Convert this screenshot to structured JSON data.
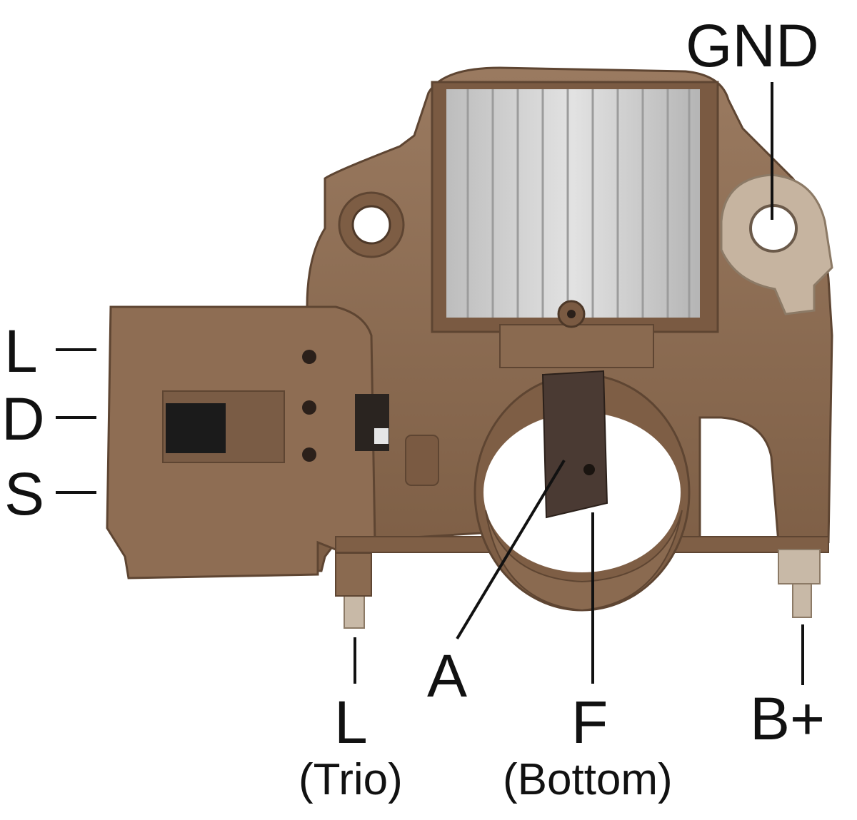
{
  "labels": {
    "gnd": "GND",
    "l_left": "L",
    "d_left": "D",
    "s_left": "S",
    "l_trio": "L",
    "trio": "(Trio)",
    "a": "A",
    "f": "F",
    "bottom": "(Bottom)",
    "b_plus": "B+"
  },
  "colors": {
    "housing": "#8b6a4f",
    "housing_dark": "#6e513b",
    "housing_light": "#a2826a",
    "heatsink": "#c9c9c9",
    "heatsink_light": "#e4e4e4",
    "metal": "#c8b9a7",
    "brush": "#4a3a33",
    "leader_line": "#111111"
  }
}
